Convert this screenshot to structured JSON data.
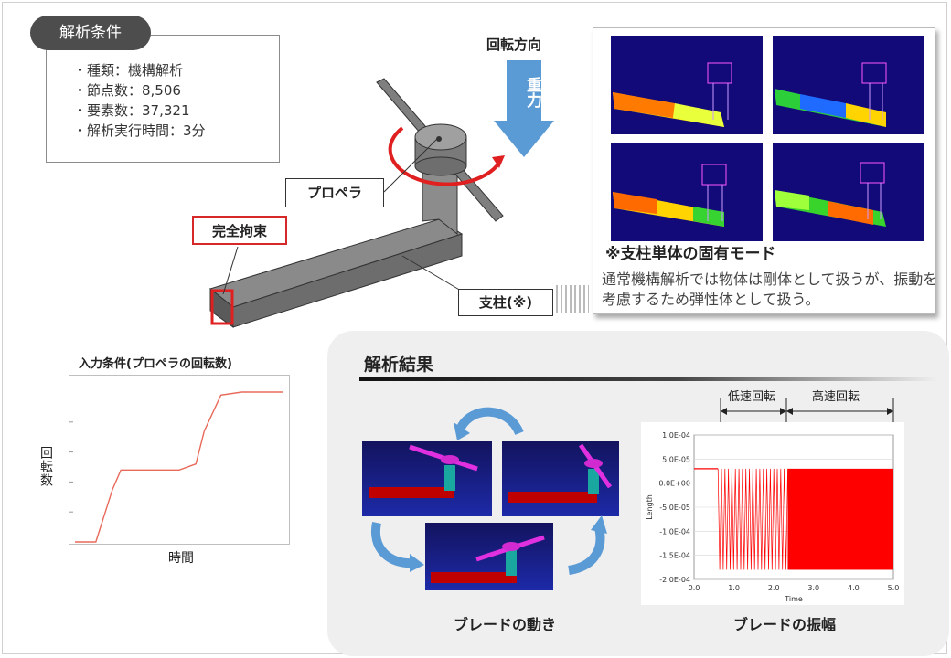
{
  "conditions": {
    "badge": "解析条件",
    "items": [
      "・種類：機構解析",
      "・節点数：8,506",
      "・要素数：37,321",
      "・解析実行時間：3分"
    ]
  },
  "model": {
    "rotation_direction": "回転方向",
    "gravity_label": "重力",
    "fixed_label": "完全拘束",
    "propeller_label": "プロペラ",
    "post_label": "支柱(※)"
  },
  "modes": {
    "title": "※支柱単体の固有モード",
    "note": "通常機構解析では物体は剛体として扱うが、振動を考慮するため弾性体として扱う。"
  },
  "input_chart": {
    "title": "入力条件(プロペラの回転数)",
    "ylabel": "回転数",
    "xlabel": "時間"
  },
  "results": {
    "title": "解析結果",
    "blade_motion_caption": "ブレードの動き",
    "blade_amplitude_caption": "ブレードの振幅",
    "low_speed_label": "低速回転",
    "high_speed_label": "高速回転"
  },
  "chart_data": [
    {
      "type": "line",
      "title": "入力条件(プロペラの回転数)",
      "xlabel": "時間",
      "ylabel": "回転数",
      "x": [
        0,
        0.1,
        0.18,
        0.22,
        0.3,
        0.4,
        0.5,
        0.58,
        0.62,
        0.7,
        0.8,
        0.9,
        1.0
      ],
      "values": [
        0,
        0,
        0.35,
        0.48,
        0.48,
        0.48,
        0.48,
        0.52,
        0.74,
        0.98,
        1.0,
        1.0,
        1.0
      ],
      "grid": false
    },
    {
      "type": "line",
      "xlabel": "Time",
      "ylabel": "Length",
      "xlim": [
        0,
        5
      ],
      "ylim": [
        -0.0002,
        0.0001
      ],
      "x_ticks": [
        "0.0",
        "1.0",
        "2.0",
        "3.0",
        "4.0",
        "5.0"
      ],
      "y_ticks": [
        "1.0E-04",
        "5.0E-05",
        "0.0E+00",
        "-5.0E-05",
        "-1.0E-04",
        "-1.5E-04",
        "-2.0E-04"
      ],
      "phases": [
        {
          "name": "",
          "x": [
            0,
            0.6
          ],
          "value": 3e-05
        },
        {
          "name": "低速回転",
          "x": [
            0.6,
            2.35
          ],
          "min": -0.00018,
          "max": 3e-05
        },
        {
          "name": "高速回転",
          "x": [
            2.35,
            5.0
          ],
          "min": -0.00018,
          "max": 3e-05
        }
      ],
      "color": "#ff0000"
    }
  ],
  "colors": {
    "accent_red": "#d62828",
    "gravity_blue": "#5b9bd5",
    "pill_gray": "#4d4d4d"
  }
}
